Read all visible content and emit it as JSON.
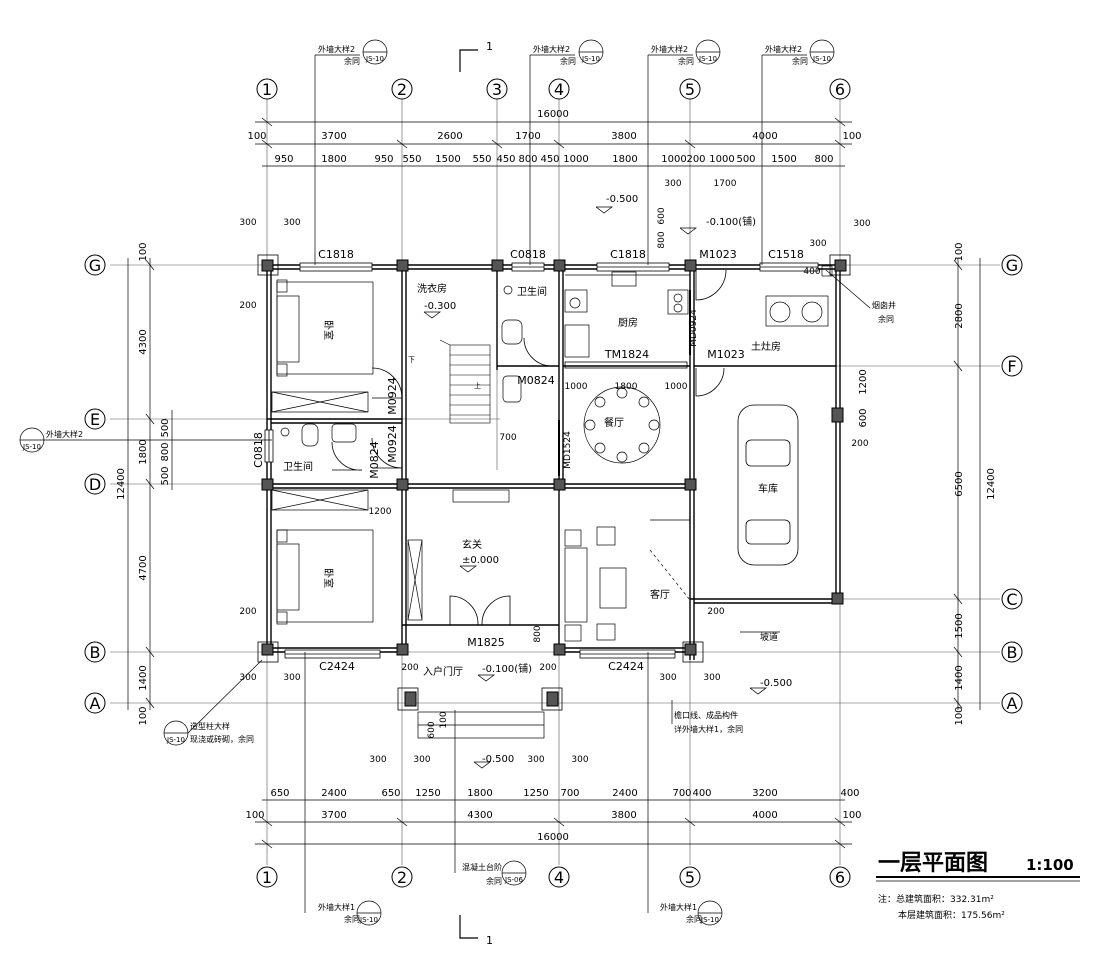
{
  "title": {
    "main": "一层平面图",
    "scale": "1:100"
  },
  "notes": {
    "total_area": "注：总建筑面积：332.31m²",
    "floor_area": "本层建筑面积：175.56m²"
  },
  "section_mark": {
    "label_top": "1",
    "label_bottom": "1"
  },
  "axes": {
    "numbers": [
      "1",
      "2",
      "3",
      "4",
      "5",
      "6"
    ],
    "letters": [
      "G",
      "F",
      "E",
      "D",
      "C",
      "B",
      "A"
    ]
  },
  "dims": {
    "top_total": "16000",
    "top_row2": [
      "100",
      "3700",
      "2600",
      "1700",
      "3800",
      "4000",
      "100"
    ],
    "top_row3": [
      "950",
      "1800",
      "950",
      "550",
      "1500",
      "550",
      "450",
      "800",
      "450",
      "1000",
      "1800",
      "1000",
      "200",
      "1000",
      "500",
      "1500",
      "800"
    ],
    "bottom_row1": [
      "650",
      "2400",
      "650",
      "1250",
      "1800",
      "1250",
      "700",
      "2400",
      "700",
      "400",
      "3200",
      "400"
    ],
    "bottom_row2": [
      "100",
      "3700",
      "4300",
      "3800",
      "4000",
      "100"
    ],
    "bottom_total": "16000",
    "left_total": "12400",
    "left_col": [
      "100",
      "4300",
      "1800",
      "4700",
      "1400",
      "100"
    ],
    "left_small": [
      "500",
      "800",
      "500"
    ],
    "right_total": "12400",
    "right_col": [
      "100",
      "2800",
      "1200",
      "600",
      "6500",
      "1500",
      "1400",
      "100"
    ],
    "misc": {
      "d300": "300",
      "d200": "200",
      "d1700": "1700",
      "d600": "600",
      "d800": "800",
      "d1200": "1200",
      "d700": "700",
      "d1000": "1000",
      "d1800": "1800",
      "d400": "400",
      "d100": "100"
    }
  },
  "rooms": {
    "bedroom1": "卧室",
    "bedroom2": "卧室",
    "laundry": "洗衣房",
    "wc1": "卫生间",
    "wc2": "卫生间",
    "kitchen": "厨房",
    "stove": "土灶房",
    "dining": "餐厅",
    "foyer": "玄关",
    "living": "客厅",
    "garage": "车库",
    "entry_hall": "入户门厅"
  },
  "levels": {
    "laundry": "-0.300",
    "foyer": "±0.000",
    "entry": "-0.100(铺)",
    "outside_top": "-0.500",
    "outside_right": "-0.500",
    "outside_bottom": "-0.500",
    "north": "-0.100(铺)"
  },
  "openings": {
    "c1818a": "C1818",
    "c0818a": "C0818",
    "c1818b": "C1818",
    "m1023a": "M1023",
    "c1518": "C1518",
    "tm1824": "TM1824",
    "md0924": "MD0924",
    "m1023b": "M1023",
    "m0824a": "M0824",
    "m0924a": "M0924",
    "m0924b": "M0924",
    "c0818b": "C0818",
    "m0824b": "M0824",
    "md1524": "MD1524",
    "m1825": "M1825",
    "c2424a": "C2424",
    "c2424b": "C2424"
  },
  "callouts": {
    "ext_detail2": "外墙大样2",
    "same": "余同",
    "sheet": "JS-10",
    "sheet06": "JS-06",
    "ext_detail1": "外墙大样1",
    "col_detail": "造型柱大样",
    "col_detail_note": "现浇或砖砌，余同",
    "step_detail": "混凝土台阶",
    "eave_note1": "檐口线、成品构件",
    "eave_note2": "详外墙大样1，余同",
    "chimney": "烟囱井",
    "ramp": "坡道",
    "stair_up": "上",
    "stair_dn": "下"
  }
}
